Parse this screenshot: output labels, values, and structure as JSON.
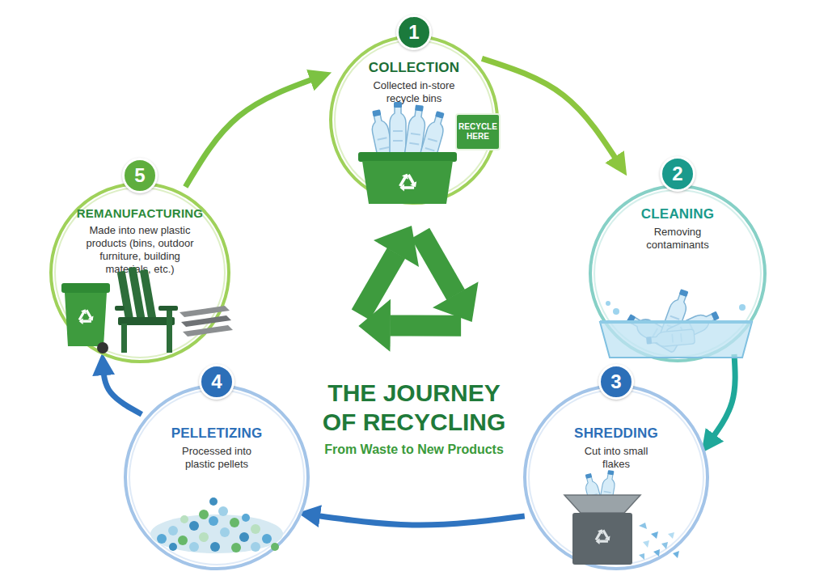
{
  "diagram": {
    "title": "THE JOURNEY OF RECYCLING",
    "caption": "From Waste to New Products",
    "nodes": [
      {
        "text": [
          "1",
          "COLLECTION",
          "Collected in-store recycle bins"
        ]
      },
      {
        "text": [
          "RECYCLE HERE"
        ],
        "in": 0
      },
      {
        "text": [
          "2",
          "CLEANING",
          "Removing contaminants"
        ]
      },
      {
        "text": [
          "3",
          "SHREDDING",
          "Cut into small flakes"
        ]
      },
      {
        "text": [
          "4",
          "PELLETIZING",
          "Processed into plastic pellets"
        ]
      },
      {
        "text": [
          "5",
          "REMANUFACTURING",
          "Made into new plastic products (bins, outdoor furniture, building materials, etc.)"
        ]
      }
    ],
    "edges": [
      {
        "from": 0,
        "to": 2,
        "arrow": "to"
      },
      {
        "from": 2,
        "to": 3,
        "arrow": "to"
      },
      {
        "from": 3,
        "to": 4,
        "arrow": "to"
      },
      {
        "from": 4,
        "to": 5,
        "arrow": "to"
      },
      {
        "from": 5,
        "to": 0,
        "arrow": "to"
      }
    ]
  }
}
